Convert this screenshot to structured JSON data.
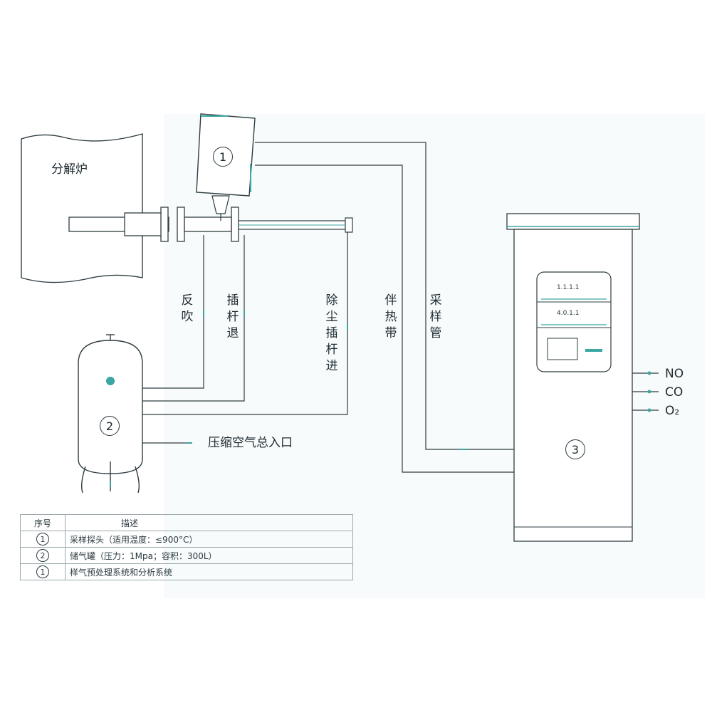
{
  "labels": {
    "furnace": "分解炉",
    "backflush": "反吹",
    "probe_retract": "插杆退",
    "dust_probe_advance": "除尘插杆进",
    "heat_trace": "伴热带",
    "sample_tube": "采样管",
    "air_inlet": "压缩空气总入口"
  },
  "markers": {
    "m1": "1",
    "m2": "2",
    "m3": "3"
  },
  "gas_outputs": [
    "NO",
    "CO",
    "O₂"
  ],
  "cabinet_panel": {
    "line1": "1.1.1.1",
    "line2": "4.0.1.1"
  },
  "legend": {
    "header": {
      "num": "序号",
      "desc": "描述"
    },
    "rows": [
      {
        "num": "1",
        "desc": "采样探头（适用温度：≤900°C）"
      },
      {
        "num": "2",
        "desc": "储气罐（压力：1Mpa；容积：300L）"
      },
      {
        "num": "1",
        "desc": "样气预处理系统和分析系统"
      }
    ]
  },
  "colors": {
    "line": "#2f3d42",
    "accent": "#3aa7a3",
    "panel": "#f3f7f8"
  }
}
